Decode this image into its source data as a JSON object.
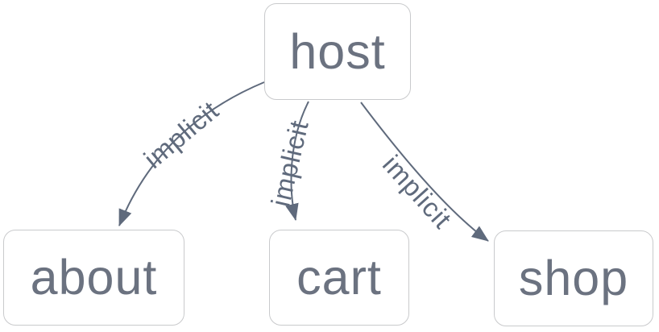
{
  "diagram": {
    "nodes": [
      {
        "id": "host",
        "label": "host"
      },
      {
        "id": "about",
        "label": "about"
      },
      {
        "id": "cart",
        "label": "cart"
      },
      {
        "id": "shop",
        "label": "shop"
      }
    ],
    "edges": [
      {
        "from": "host",
        "to": "about",
        "label": "implicit"
      },
      {
        "from": "host",
        "to": "cart",
        "label": "implicit"
      },
      {
        "from": "host",
        "to": "shop",
        "label": "implicit"
      }
    ]
  },
  "colors": {
    "bg": "#ffffff",
    "node-border": "#c9cacc",
    "node-text": "#6b7280",
    "edge": "#5f6a7c"
  }
}
